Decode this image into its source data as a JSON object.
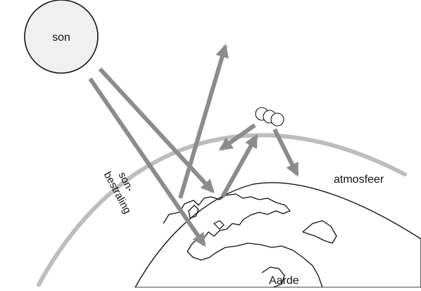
{
  "labels": {
    "sun": "son",
    "radiation_line1": "son-",
    "radiation_line2": "bestraling",
    "atmosphere": "atmosfeer",
    "earth": "Aarde"
  },
  "colors": {
    "arrow": "#8c8c8c",
    "atmosphere_band": "#bdbdbd",
    "outline": "#111111",
    "sun_fill": "#f0f0f0",
    "background": "#ffffff"
  },
  "icons": [
    "sun-icon",
    "cloud-icon",
    "earth-icon",
    "atmosphere-band"
  ]
}
